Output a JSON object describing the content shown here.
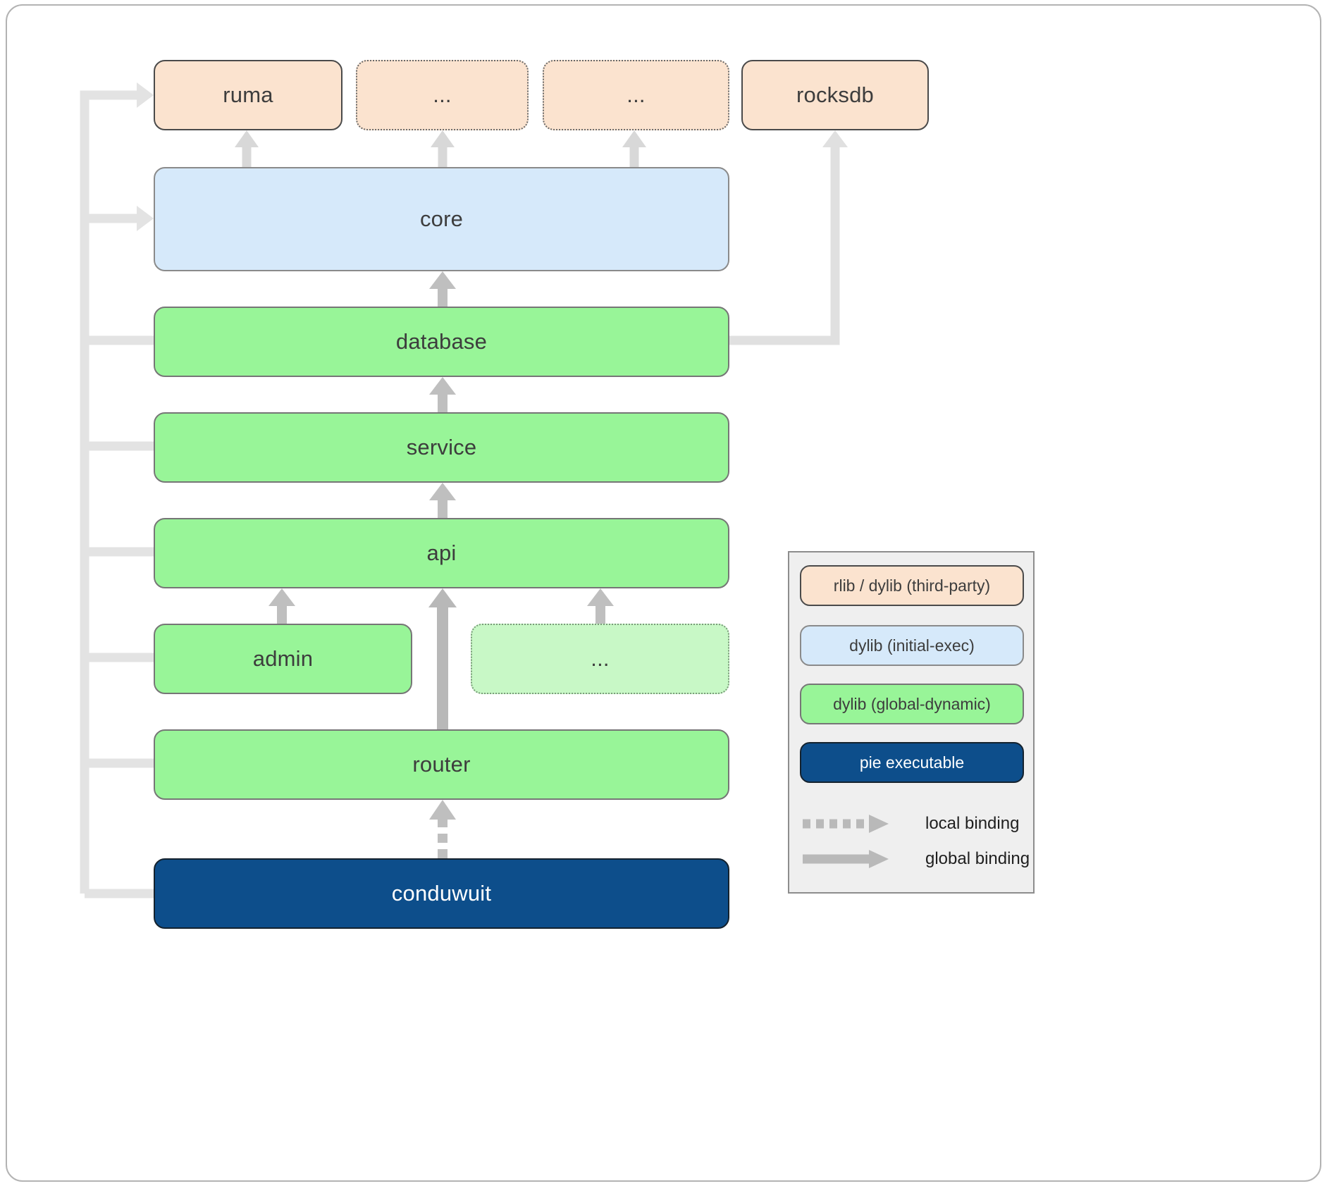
{
  "diagram": {
    "nodes": {
      "ruma": {
        "label": "ruma",
        "type": "rlib / dylib (third-party)"
      },
      "ellipsis1": {
        "label": "...",
        "type": "rlib / dylib (third-party)"
      },
      "ellipsis2": {
        "label": "...",
        "type": "rlib / dylib (third-party)"
      },
      "rocksdb": {
        "label": "rocksdb",
        "type": "rlib / dylib (third-party)"
      },
      "core": {
        "label": "core",
        "type": "dylib (initial-exec)"
      },
      "database": {
        "label": "database",
        "type": "dylib (global-dynamic)"
      },
      "service": {
        "label": "service",
        "type": "dylib (global-dynamic)"
      },
      "api": {
        "label": "api",
        "type": "dylib (global-dynamic)"
      },
      "admin": {
        "label": "admin",
        "type": "dylib (global-dynamic)"
      },
      "ellipsis3": {
        "label": "...",
        "type": "dylib (global-dynamic)"
      },
      "router": {
        "label": "router",
        "type": "dylib (global-dynamic)"
      },
      "conduwuit": {
        "label": "conduwuit",
        "type": "pie executable"
      }
    },
    "edges": [
      {
        "from": "conduwuit",
        "to": "router",
        "binding": "local"
      },
      {
        "from": "router",
        "to": "api",
        "binding": "global"
      },
      {
        "from": "admin",
        "to": "api",
        "binding": "global"
      },
      {
        "from": "ellipsis3",
        "to": "api",
        "binding": "global"
      },
      {
        "from": "api",
        "to": "service",
        "binding": "global"
      },
      {
        "from": "service",
        "to": "database",
        "binding": "global"
      },
      {
        "from": "database",
        "to": "core",
        "binding": "global"
      },
      {
        "from": "database",
        "to": "rocksdb",
        "binding": "global"
      },
      {
        "from": "core",
        "to": "ruma",
        "binding": "global"
      },
      {
        "from": "core",
        "to": "ellipsis1",
        "binding": "global"
      },
      {
        "from": "core",
        "to": "ellipsis2",
        "binding": "global"
      },
      {
        "from": "conduwuit",
        "to": "ruma",
        "binding": "global"
      },
      {
        "from": "conduwuit",
        "to": "core",
        "binding": "global"
      }
    ],
    "legend": {
      "items": [
        {
          "label": "rlib / dylib (third-party)",
          "color": "#fbe3cf"
        },
        {
          "label": "dylib (initial-exec)",
          "color": "#d6e9fa"
        },
        {
          "label": "dylib (global-dynamic)",
          "color": "#98f598"
        },
        {
          "label": "pie executable",
          "color": "#0d4e8b"
        }
      ],
      "bindings": [
        {
          "label": "local binding",
          "style": "dashed"
        },
        {
          "label": "global binding",
          "style": "solid"
        }
      ]
    },
    "colors": {
      "third_party_fill": "#fbe3cf",
      "initial_exec_fill": "#d6e9fa",
      "global_dynamic_fill": "#98f598",
      "pie_executable_fill": "#0d4e8b",
      "arrow_dark": "#bfbfbf",
      "arrow_light": "#e2e2e2",
      "legend_bg": "#efefef"
    }
  }
}
